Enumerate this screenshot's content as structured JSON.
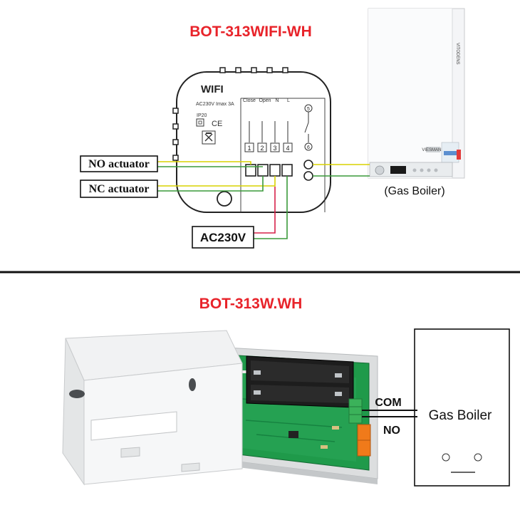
{
  "top": {
    "title": "BOT-313WIFI-WH",
    "module_label": "WIFI",
    "rating": "AC230V  Imax 3A",
    "ip_rating": "IP20",
    "ce_mark": "CE",
    "terminal_headers": [
      "Close",
      "Open",
      "N",
      "L"
    ],
    "terminal_numbers": [
      "1",
      "2",
      "3",
      "4",
      "5",
      "6"
    ],
    "no_actuator": "NO actuator",
    "nc_actuator": "NC actuator",
    "power_label": "AC230V",
    "boiler_label": "(Gas Boiler)",
    "boiler_brand": "VIESMANN"
  },
  "bottom": {
    "title": "BOT-313W.WH",
    "com_label": "COM",
    "no_label": "NO",
    "gas_boiler_label": "Gas Boiler"
  },
  "colors": {
    "title_red": "#e8232a",
    "wire_yellow": "#d9d200",
    "wire_green": "#3a9a3a",
    "wire_red": "#d6224a",
    "pcb_green": "#1f9a4a",
    "terminal_orange": "#f07a1a"
  }
}
